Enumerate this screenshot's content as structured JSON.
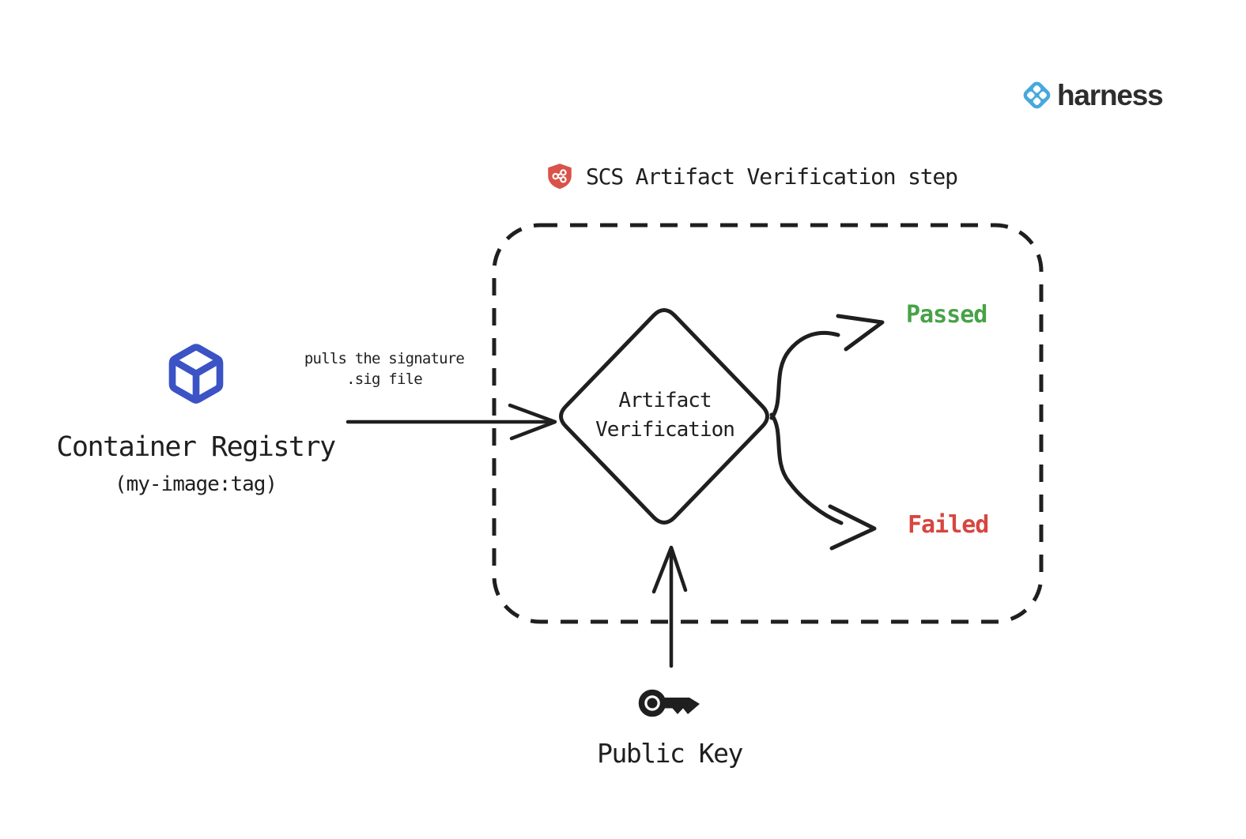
{
  "brand": {
    "name": "harness"
  },
  "header": {
    "title": "SCS Artifact Verification step"
  },
  "source": {
    "title": "Container Registry",
    "subtitle": "(my-image:tag)"
  },
  "pull_label": {
    "line1": "pulls the signature",
    "line2": ".sig file"
  },
  "decision": {
    "line1": "Artifact",
    "line2": "Verification"
  },
  "outcomes": {
    "passed": "Passed",
    "failed": "Failed"
  },
  "input": {
    "label": "Public Key"
  },
  "colors": {
    "ink": "#1f1f1f",
    "registry_blue": "#3b53c5",
    "passed_green": "#48a248",
    "failed_red": "#d6463f",
    "shield_red": "#d9534b",
    "harness_blue": "#46a8de",
    "wordmark_dark": "#2d2d2d"
  }
}
